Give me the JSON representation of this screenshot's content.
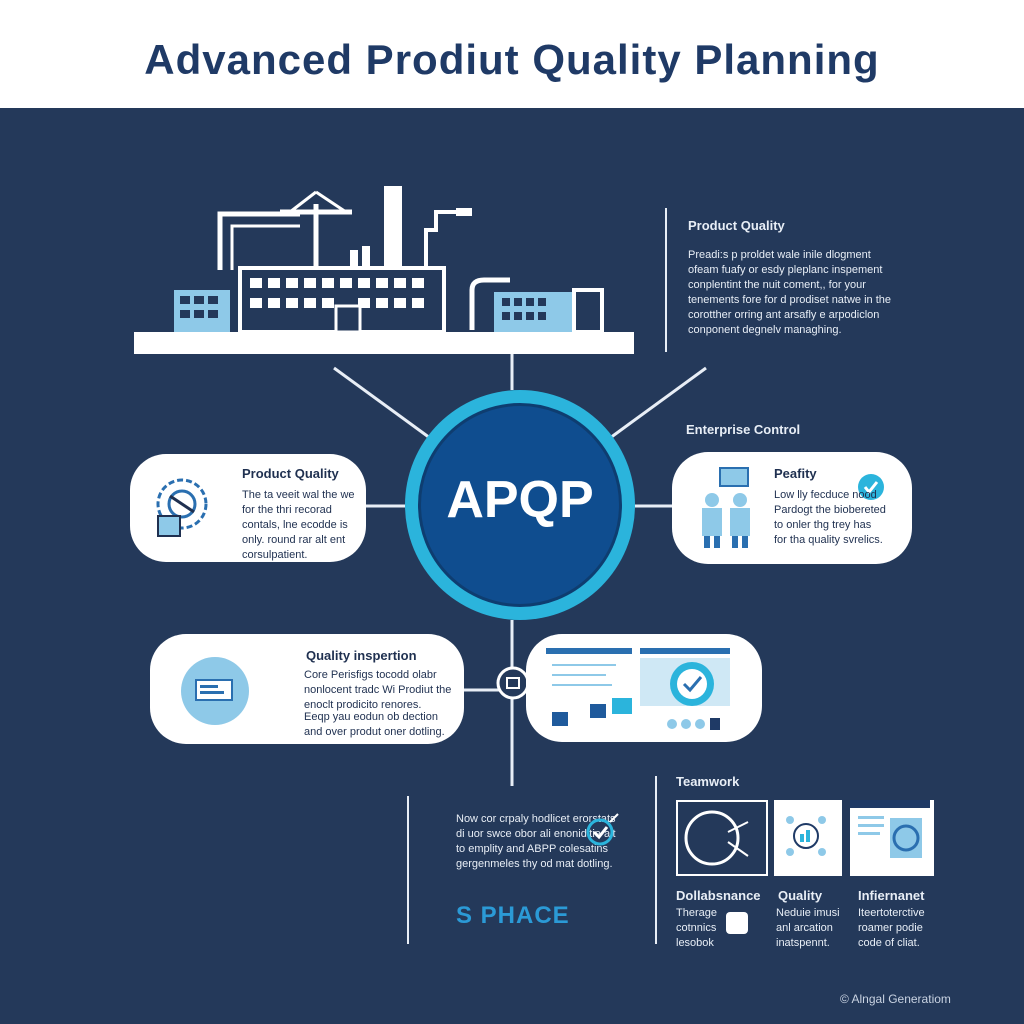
{
  "header": {
    "title": "Advanced Prodiut Quality Planning"
  },
  "center": {
    "label": "APQP"
  },
  "top_right": {
    "heading": "Product Quality",
    "body": "Preadi:s p proldet wale inile dlogment ofeam fuafy or esdy pleplanc inspement conplentint the nuit coment,, for your tenements fore for d prodiset natwe in the corotther orring ant arsafly e arpodiclon conponent degnelv managhing."
  },
  "enterprise": {
    "label": "Enterprise Control"
  },
  "left_card": {
    "heading": "Product Quality",
    "body": "The ta veeit wal the we for the thri recorad contals, lne ecodde is only. round rar alt ent corsulpatient."
  },
  "right_card": {
    "heading": "Peafity",
    "body": "Low lly fecduce nood Pardogt the biobereted to onler thg trey has for tha quality svrelics."
  },
  "inspection_card": {
    "heading": "Quality inspertion",
    "body1": "Core Perisfigs tocodd olabr nonlocent tradc Wi Prodiut the enoclt prodicito renores.",
    "body2": "Eeqp yau eodun ob dection and over produt oner dotling."
  },
  "mid_bottom": {
    "body": "Now cor crpaly hodlicet erorstats di uor swce obor ali enoniditie ait to emplity and ABPP colesatins gergenmeles thy od mat dotling.",
    "phace": "S PHACE"
  },
  "teamwork": {
    "heading": "Teamwork",
    "items": [
      {
        "label": "Dollabsnance",
        "body": "Therage cotnnics lesobok"
      },
      {
        "label": "Quality",
        "body": "Neduie imusi anl arcation inatspennt."
      },
      {
        "label": "Infiernanet",
        "body": "Iteertoterctive roamer podie code of cliat."
      }
    ]
  },
  "footer": {
    "credit": "© Alngal Generatiom"
  },
  "colors": {
    "navy": "#24395a",
    "accent": "#2bb4dc",
    "deep_blue": "#0f4d8f",
    "light_blue": "#8ec9e8"
  }
}
